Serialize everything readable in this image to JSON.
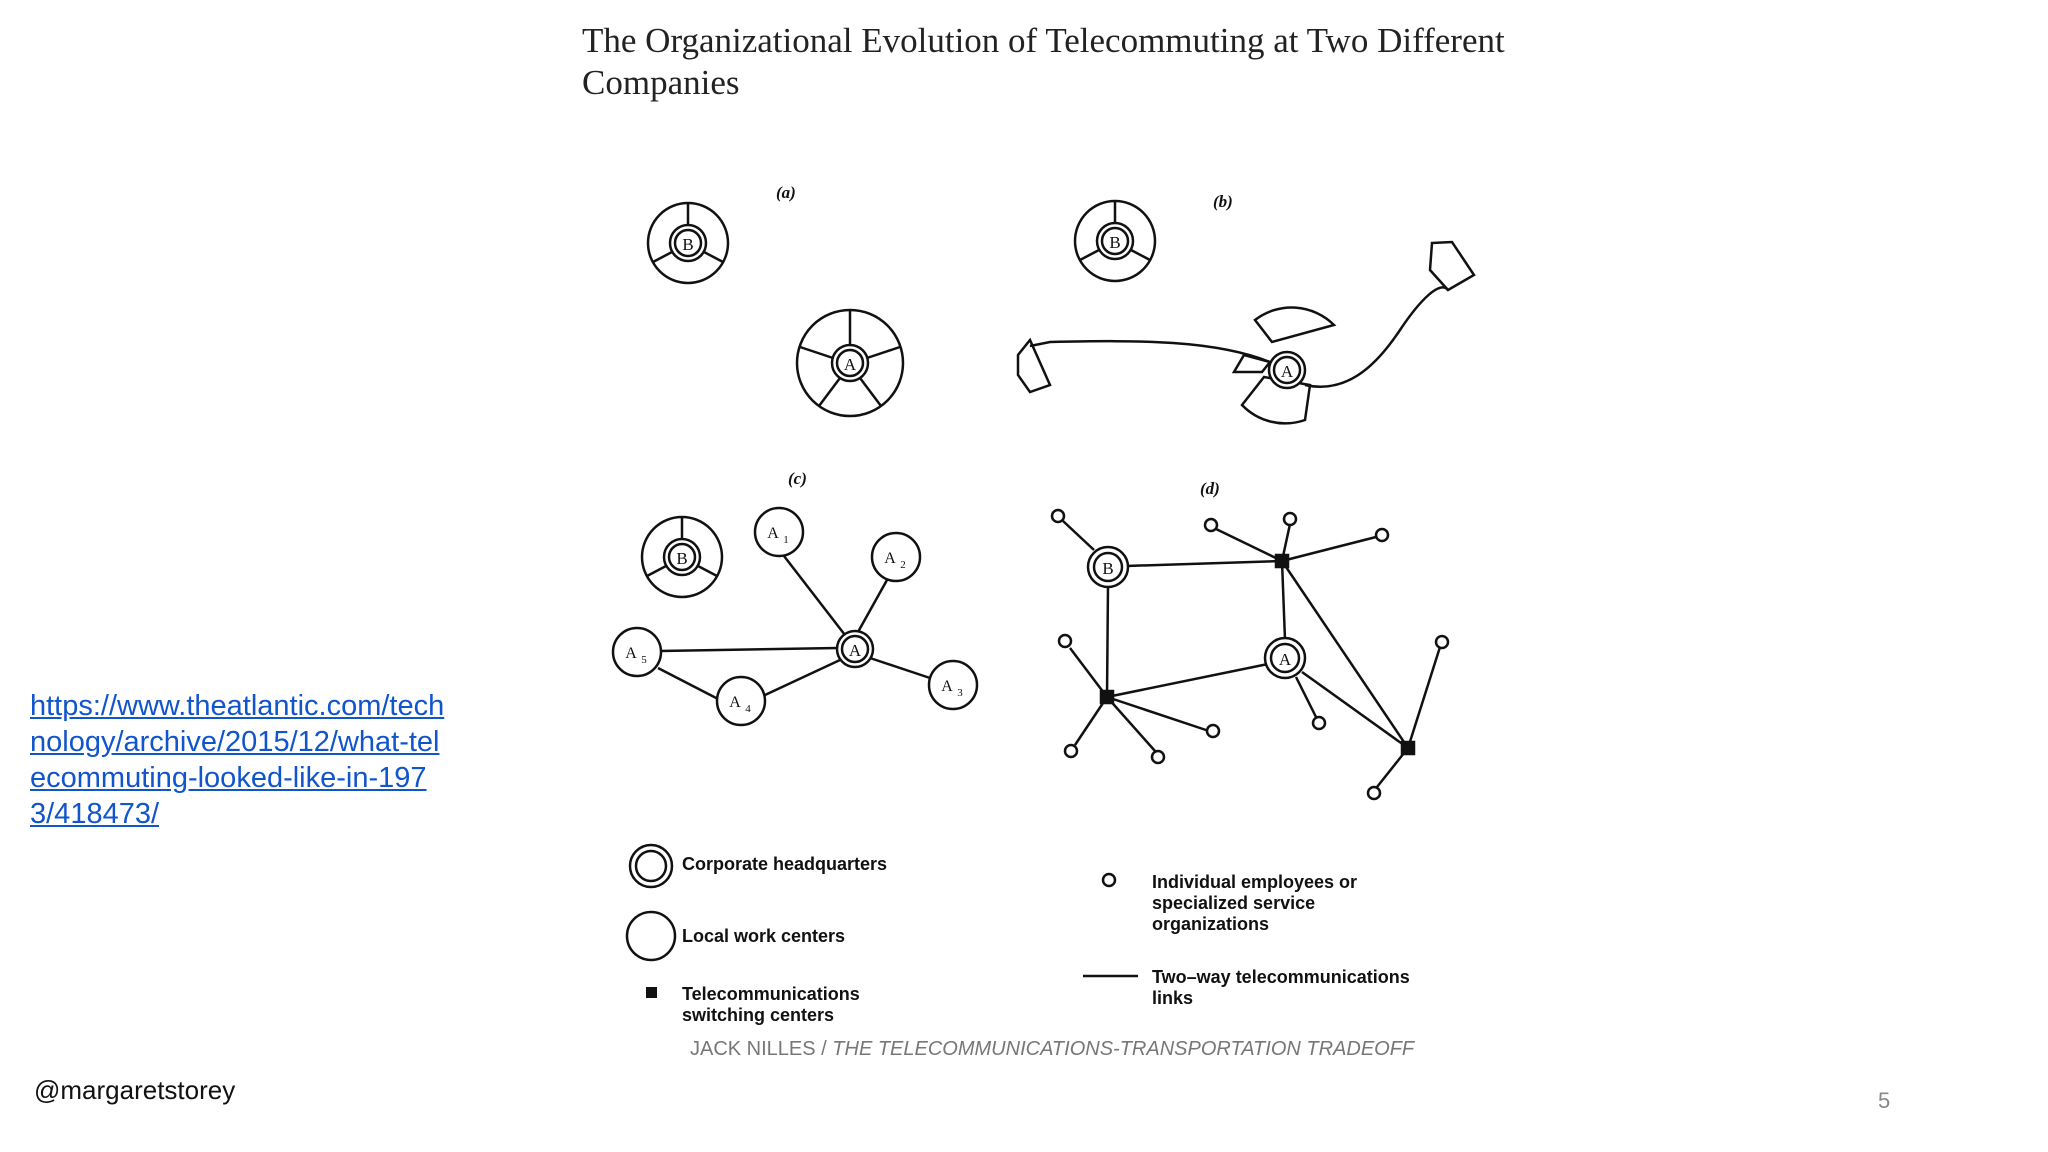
{
  "slide": {
    "title": "The Organizational Evolution of Telecommuting at Two Different Companies",
    "link_text": "https://www.theatlantic.com/technology/archive/2015/12/what-telecommuting-looked-like-in-1973/418473/",
    "handle": "@margaretstorey",
    "page_number": "5"
  },
  "diagram": {
    "panels": [
      {
        "label": "(a)"
      },
      {
        "label": "(b)"
      },
      {
        "label": "(c)"
      },
      {
        "label": "(d)"
      }
    ],
    "nodes": {
      "A": "A",
      "B": "B",
      "A1": "A",
      "A2": "A",
      "A3": "A",
      "A4": "A",
      "A5": "A",
      "sub1": "1",
      "sub2": "2",
      "sub3": "3",
      "sub4": "4",
      "sub5": "5"
    },
    "legend": {
      "corporate_hq": "Corporate headquarters",
      "local_work": "Local work centers",
      "switching_l1": "Telecommunications",
      "switching_l2": "switching centers",
      "individual_l1": "Individual employees or",
      "individual_l2": "specialized service",
      "individual_l3": "organizations",
      "links_l1": "Two–way telecommunications",
      "links_l2": "links"
    },
    "credit_author": "JACK NILLES /",
    "credit_title": "THE TELECOMMUNICATIONS-TRANSPORTATION TRADEOFF"
  }
}
